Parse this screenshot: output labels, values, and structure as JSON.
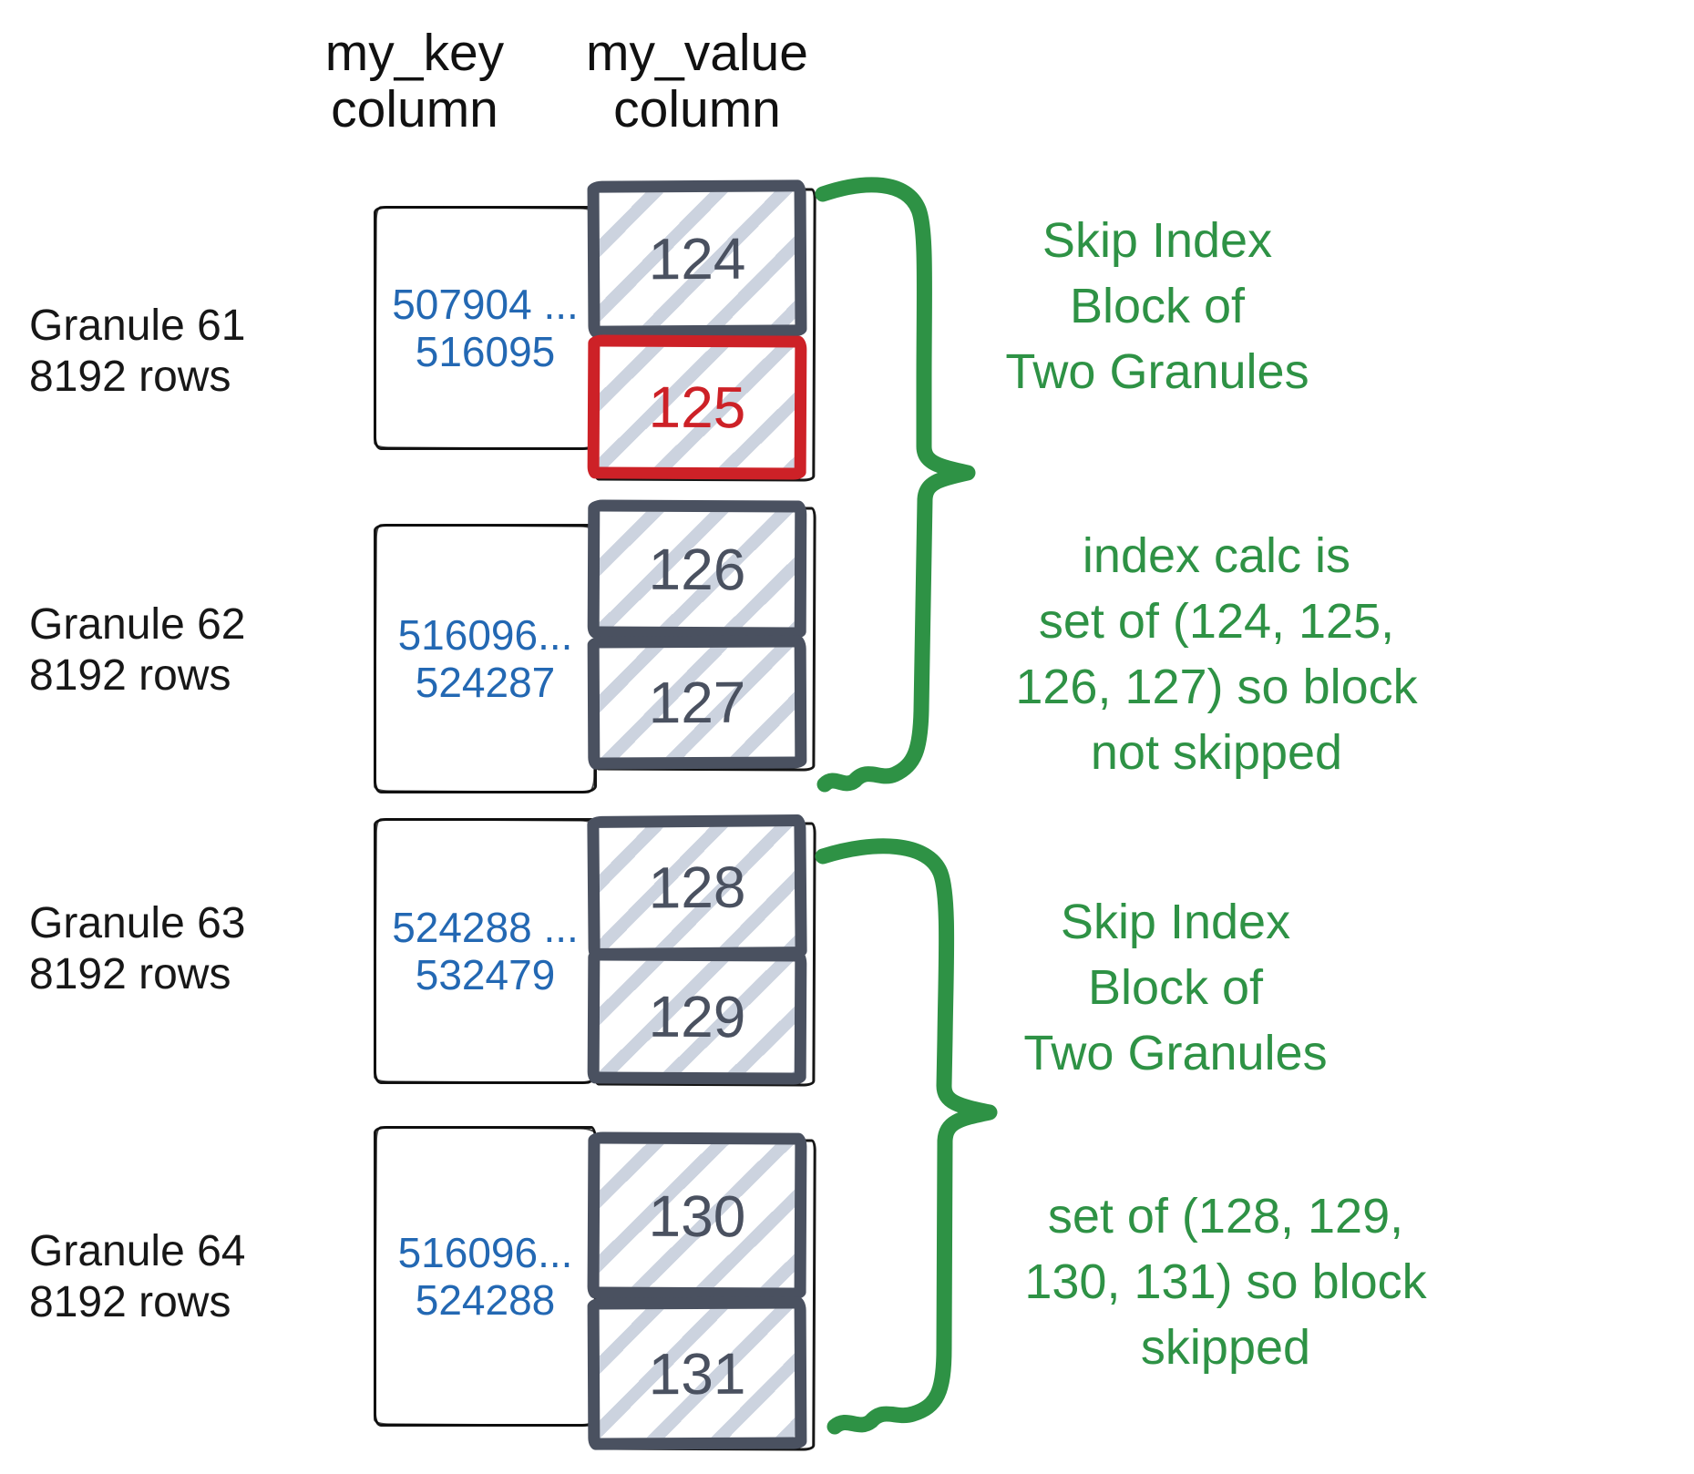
{
  "headers": {
    "key": "my_key\ncolumn",
    "value": "my_value\ncolumn"
  },
  "granules": [
    {
      "name": "Granule 61",
      "rows": "8192 rows",
      "key_range": "507904 ...\n516095",
      "blocks": [
        {
          "value": "124",
          "highlight": false
        },
        {
          "value": "125",
          "highlight": true
        }
      ]
    },
    {
      "name": "Granule 62",
      "rows": "8192 rows",
      "key_range": "516096...\n524287",
      "blocks": [
        {
          "value": "126",
          "highlight": false
        },
        {
          "value": "127",
          "highlight": false
        }
      ]
    },
    {
      "name": "Granule 63",
      "rows": "8192 rows",
      "key_range": "524288 ...\n532479",
      "blocks": [
        {
          "value": "128",
          "highlight": false
        },
        {
          "value": "129",
          "highlight": false
        }
      ]
    },
    {
      "name": "Granule 64",
      "rows": "8192 rows",
      "key_range": "516096...\n524288",
      "blocks": [
        {
          "value": "130",
          "highlight": false
        },
        {
          "value": "131",
          "highlight": false
        }
      ]
    }
  ],
  "annotations": [
    {
      "text": "Skip Index\nBlock of\nTwo Granules"
    },
    {
      "text": "index calc is\nset of (124, 125,\n126, 127) so block\nnot skipped"
    },
    {
      "text": "Skip Index\nBlock of\nTwo Granules"
    },
    {
      "text": "set of (128, 129,\n130, 131) so block\nskipped"
    }
  ],
  "colors": {
    "green": "#2e9245",
    "blue": "#2368b3",
    "slate": "#4a5160",
    "red": "#cd2127",
    "hatch": "#ccd3df",
    "black": "#161616"
  }
}
